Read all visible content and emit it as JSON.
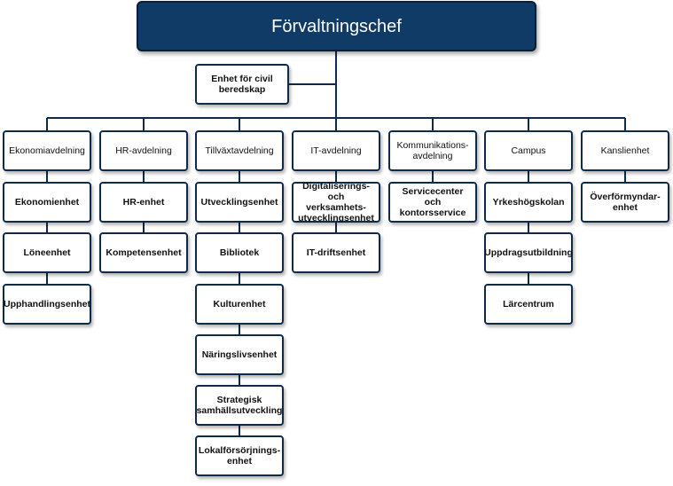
{
  "root": {
    "label": "Förvaltningschef"
  },
  "staff": {
    "label": "Enhet för civil\nberedskap"
  },
  "departments": [
    {
      "label": "Ekonomiavdelning",
      "units": [
        "Ekonomienhet",
        "Löneenhet",
        "Upphandlingsenhet"
      ]
    },
    {
      "label": "HR-avdelning",
      "units": [
        "HR-enhet",
        "Kompetensenhet"
      ]
    },
    {
      "label": "Tillväxtavdelning",
      "units": [
        "Utvecklingsenhet",
        "Bibliotek",
        "Kulturenhet",
        "Näringslivsenhet",
        "Strategisk\nsamhällsutveckling",
        "Lokalförsörjnings-\nenhet"
      ]
    },
    {
      "label": "IT-avdelning",
      "units": [
        "Digitaliserings- och\nverksamhets-\nutvecklingsenhet",
        "IT-driftsenhet"
      ]
    },
    {
      "label": "Kommunikations-\navdelning",
      "units": [
        "Servicecenter och\nkontorsservice"
      ]
    },
    {
      "label": "Campus",
      "units": [
        "Yrkeshögskolan",
        "Uppdragsutbildning",
        "Lärcentrum"
      ]
    },
    {
      "label": "Kanslienhet",
      "units": [
        "Överförmyndar-\nenhet"
      ]
    }
  ],
  "colors": {
    "navy": "#0f3b66",
    "line": "#0f2b4c"
  }
}
